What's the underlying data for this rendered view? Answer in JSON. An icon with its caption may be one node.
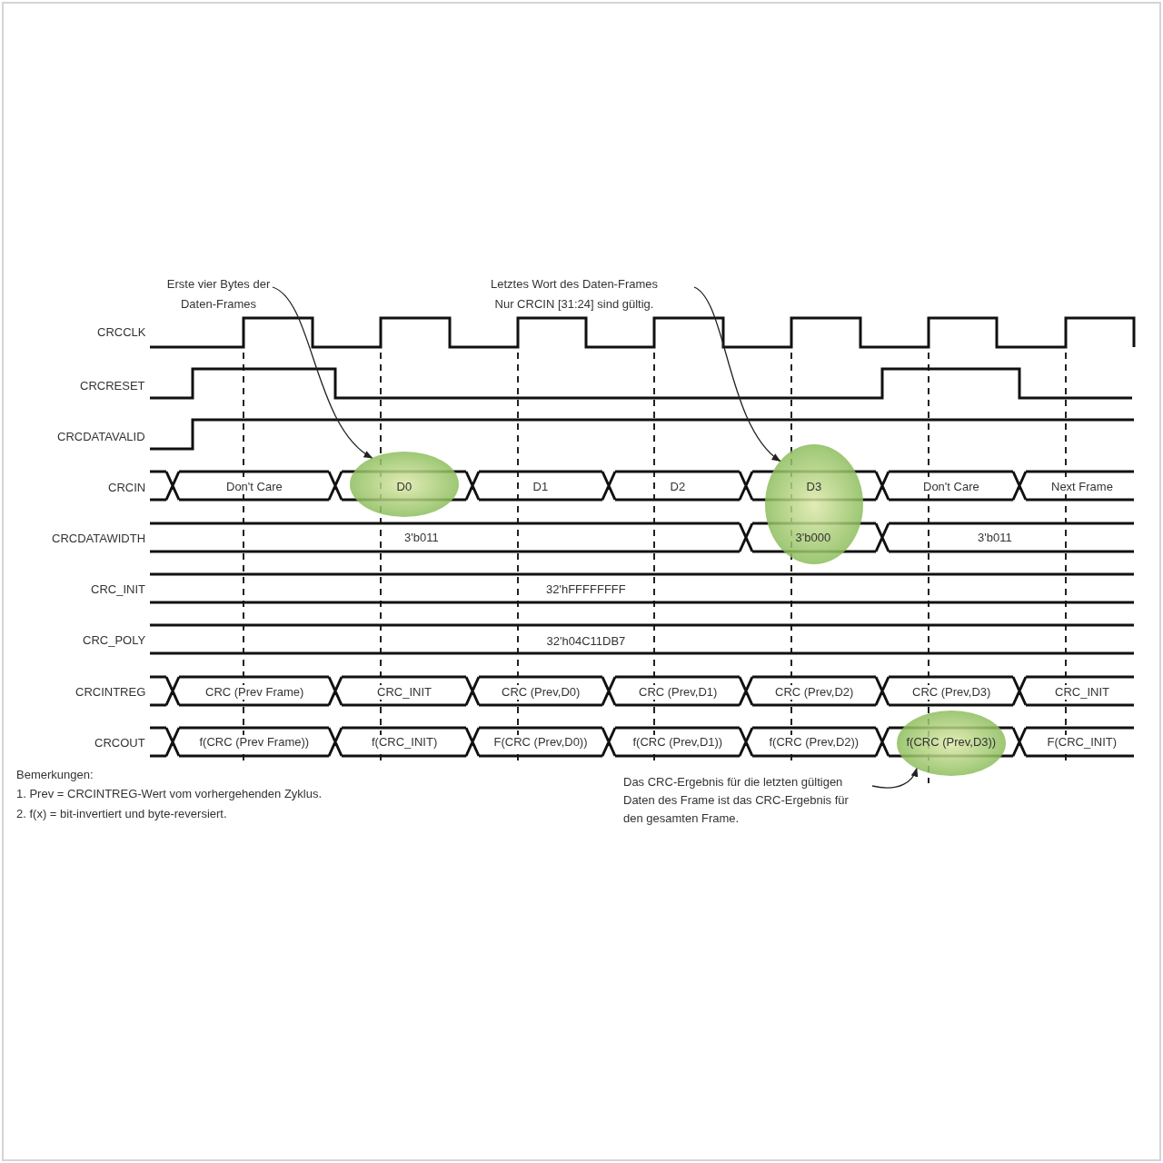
{
  "diagram": {
    "nodes": [
      {
        "text": [
          "Erste vier Bytes der Daten-Frames"
        ]
      },
      {
        "text": [],
        "shape": "ellipse"
      },
      {
        "text": [
          "Letztes Wort des Daten-Frames",
          "Nur CRCIN [31:24] sind gültig."
        ]
      },
      {
        "text": [],
        "shape": "ellipse"
      },
      {
        "text": [
          "Das CRC-Ergebnis für die letzten gültigen Daten des Frame ist das CRC-Ergebnis für den gesamten Frame."
        ]
      },
      {
        "text": [],
        "shape": "ellipse"
      }
    ],
    "edges": [
      {
        "from": 0,
        "to": 1,
        "arrow": "to"
      },
      {
        "from": 2,
        "to": 3,
        "arrow": "to"
      },
      {
        "from": 4,
        "to": 5,
        "arrow": "to"
      }
    ],
    "labels": [
      "CRCCLK",
      "CRCRESET",
      "CRCDATAVALID",
      "CRCIN",
      "Don't Care",
      "D0",
      "D1",
      "D2",
      "D3",
      "Don't Care",
      "Next Frame",
      "CRCDATAWIDTH",
      "3'b011",
      "3'b000",
      "3'b011",
      "CRC_INIT",
      "32'hFFFFFFFF",
      "CRC_POLY",
      "32'h04C11DB7",
      "CRCINTREG",
      "CRC (Prev Frame)",
      "CRC_INIT",
      "CRC (Prev,D0)",
      "CRC (Prev,D1)",
      "CRC (Prev,D2)",
      "CRC (Prev,D3)",
      "CRC_INIT",
      "CRCOUT",
      "f(CRC (Prev Frame))",
      "f(CRC_INIT)",
      "F(CRC (Prev,D0))",
      "f(CRC (Prev,D1))",
      "f(CRC (Prev,D2))",
      "f(CRC (Prev,D3))",
      "F(CRC_INIT)",
      "Bemerkungen:",
      "1. Prev = CRCINTREG-Wert vom vorhergehenden Zyklus.",
      "2. f(x) = bit-invertiert und byte-reversiert."
    ]
  }
}
